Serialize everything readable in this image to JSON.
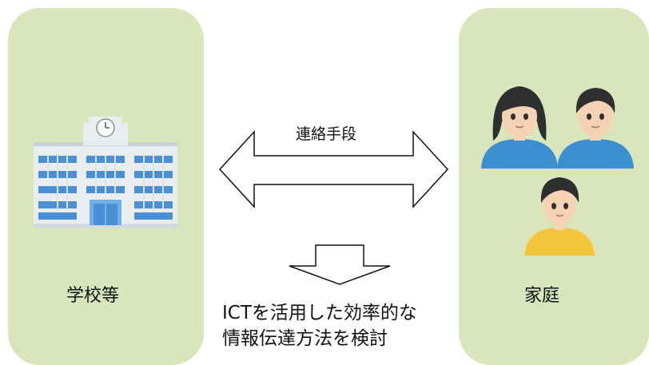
{
  "left_panel": {
    "label": "学校等"
  },
  "right_panel": {
    "label": "家庭"
  },
  "communication": {
    "label": "連絡手段"
  },
  "caption": {
    "line1": "ICTを活用した効率的な",
    "line2": "情報伝達方法を検討"
  },
  "colors": {
    "panel_bg": "#d9e5bb",
    "building_wall": "#e9edf0",
    "building_window": "#4a90d6",
    "adult_shirt": "#3b8fd0",
    "child_shirt": "#f4c53a",
    "skin": "#f5d2b3",
    "hair": "#2f2f2f"
  },
  "icons": [
    "school-building-icon",
    "mother-icon",
    "father-icon",
    "child-icon"
  ]
}
